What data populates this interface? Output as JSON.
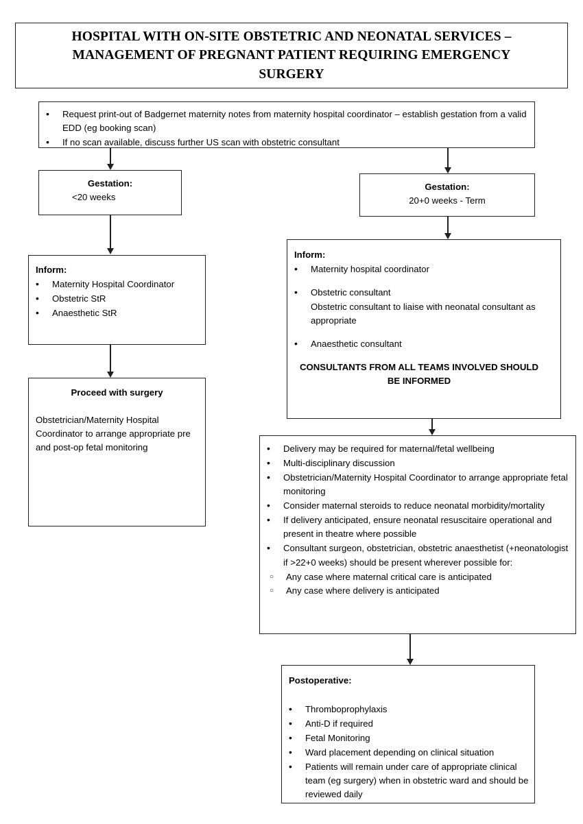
{
  "title": {
    "line1": "HOSPITAL WITH ON-SITE OBSTETRIC AND NEONATAL SERVICES –",
    "line2": "MANAGEMENT OF PREGNANT PATIENT REQUIRING EMERGENCY",
    "line3": "SURGERY"
  },
  "intake": {
    "bullet1": "Request print-out of Badgernet maternity notes from maternity hospital coordinator – establish gestation from a valid EDD (eg booking scan)",
    "bullet2": "If no scan available, discuss further US scan with obstetric consultant"
  },
  "gestation_left": {
    "heading": "Gestation:",
    "value": "<20 weeks"
  },
  "gestation_right": {
    "heading": "Gestation:",
    "value": "20+0 weeks - Term"
  },
  "inform_left": {
    "heading": "Inform:",
    "items": [
      "Maternity Hospital Coordinator",
      "Obstetric StR",
      "Anaesthetic StR"
    ]
  },
  "proceed": {
    "heading": "Proceed with surgery",
    "body": "Obstetrician/Maternity Hospital Coordinator to arrange appropriate pre and post-op fetal monitoring"
  },
  "inform_right": {
    "heading": "Inform:",
    "item1": "Maternity hospital coordinator",
    "item2": "Obstetric consultant",
    "item2_cont": "Obstetric consultant to liaise with neonatal consultant as appropriate",
    "item3": "Anaesthetic consultant",
    "note": "CONSULTANTS FROM ALL TEAMS INVOLVED SHOULD BE INFORMED"
  },
  "delivery": {
    "items": [
      "Delivery may be required for maternal/fetal wellbeing",
      "Multi-disciplinary discussion",
      "Obstetrician/Maternity Hospital Coordinator to arrange appropriate fetal monitoring",
      "Consider maternal steroids to reduce neonatal morbidity/mortality",
      "If delivery anticipated, ensure neonatal resuscitaire operational and present in theatre where possible",
      "Consultant surgeon, obstetrician, obstetric anaesthetist (+neonatologist if >22+0 weeks) should be present wherever possible for:"
    ],
    "subitems": [
      "Any case where maternal critical care is anticipated",
      "Any case where delivery is anticipated"
    ]
  },
  "postoperative": {
    "heading": "Postoperative:",
    "items": [
      "Thromboprophylaxis",
      "Anti-D if required",
      "Fetal Monitoring",
      "Ward placement depending on clinical situation",
      "Patients will remain under care of appropriate clinical team (eg surgery) when in obstetric ward and should be reviewed daily"
    ]
  },
  "colors": {
    "ink": "#231f20",
    "background": "#ffffff"
  }
}
